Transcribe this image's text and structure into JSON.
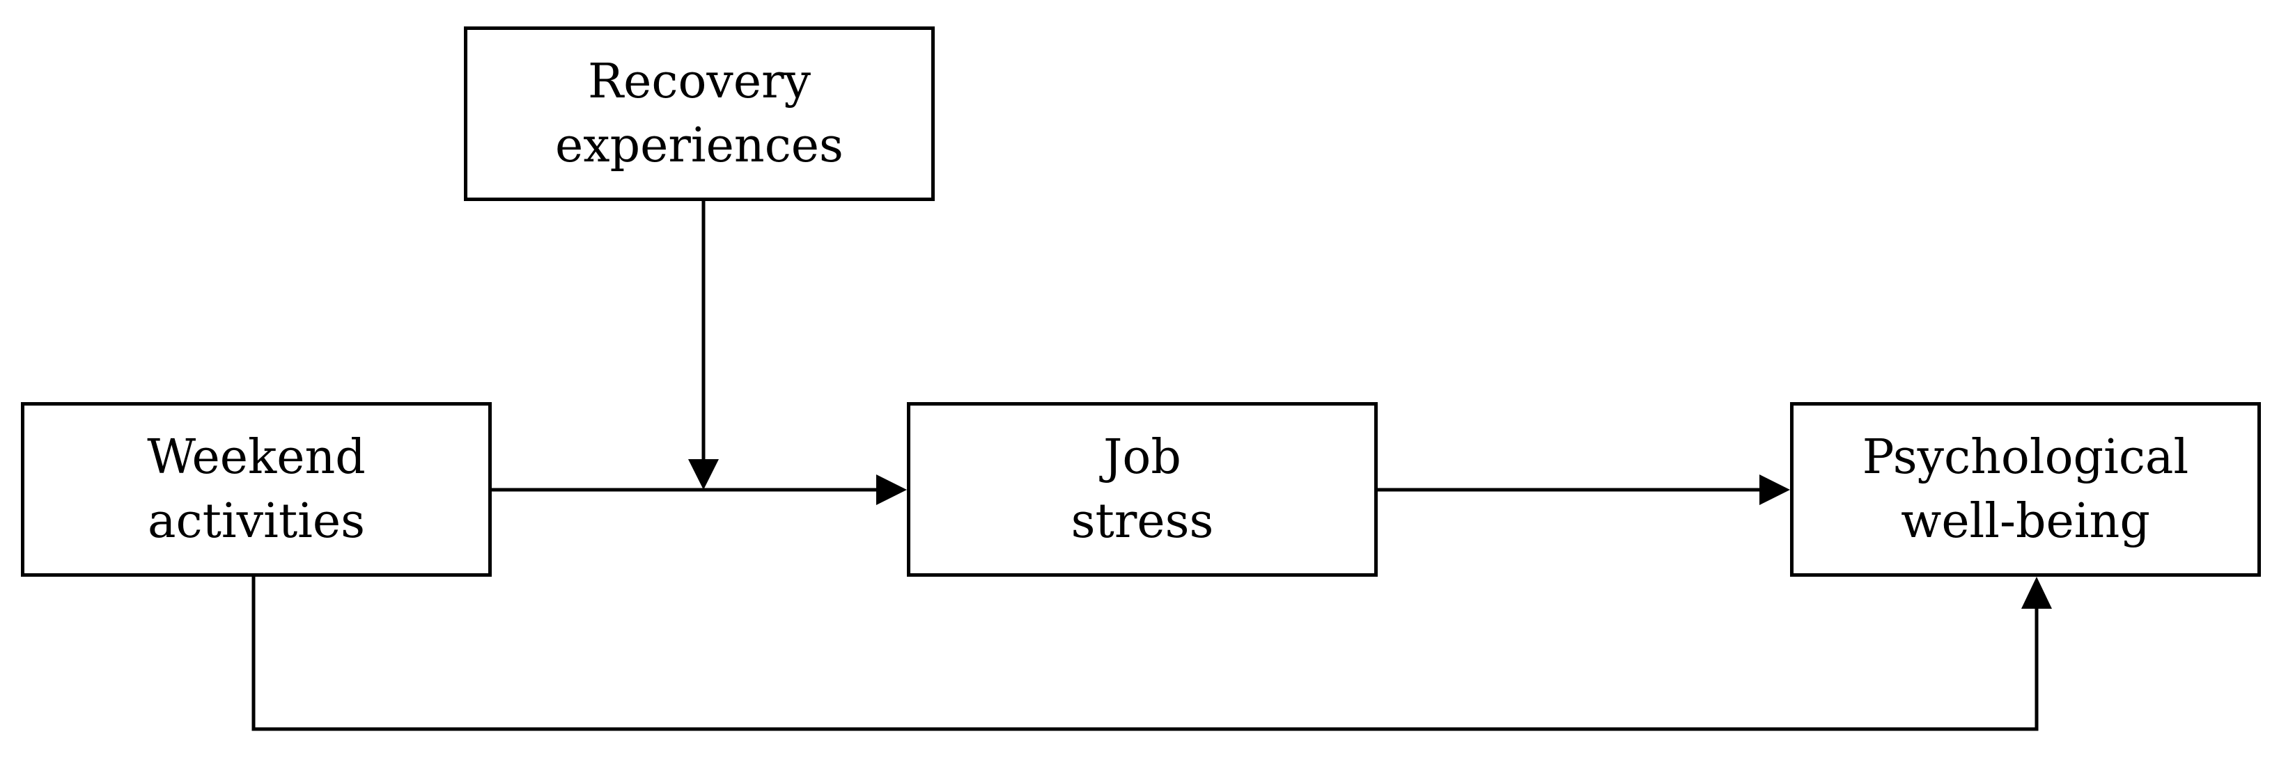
{
  "nodes": {
    "recovery": {
      "line1": "Recovery",
      "line2": "experiences"
    },
    "weekend": {
      "line1": "Weekend",
      "line2": "activities"
    },
    "job": {
      "line1": "Job",
      "line2": "stress"
    },
    "psych": {
      "line1": "Psychological",
      "line2": "well-being"
    }
  },
  "edges": [
    {
      "from": "weekend",
      "to": "job"
    },
    {
      "from": "job",
      "to": "psych"
    },
    {
      "from": "weekend",
      "to": "psych"
    },
    {
      "from": "recovery",
      "to": "weekend-job-path",
      "type": "moderation"
    }
  ],
  "colors": {
    "stroke": "#000000",
    "background": "#ffffff"
  }
}
